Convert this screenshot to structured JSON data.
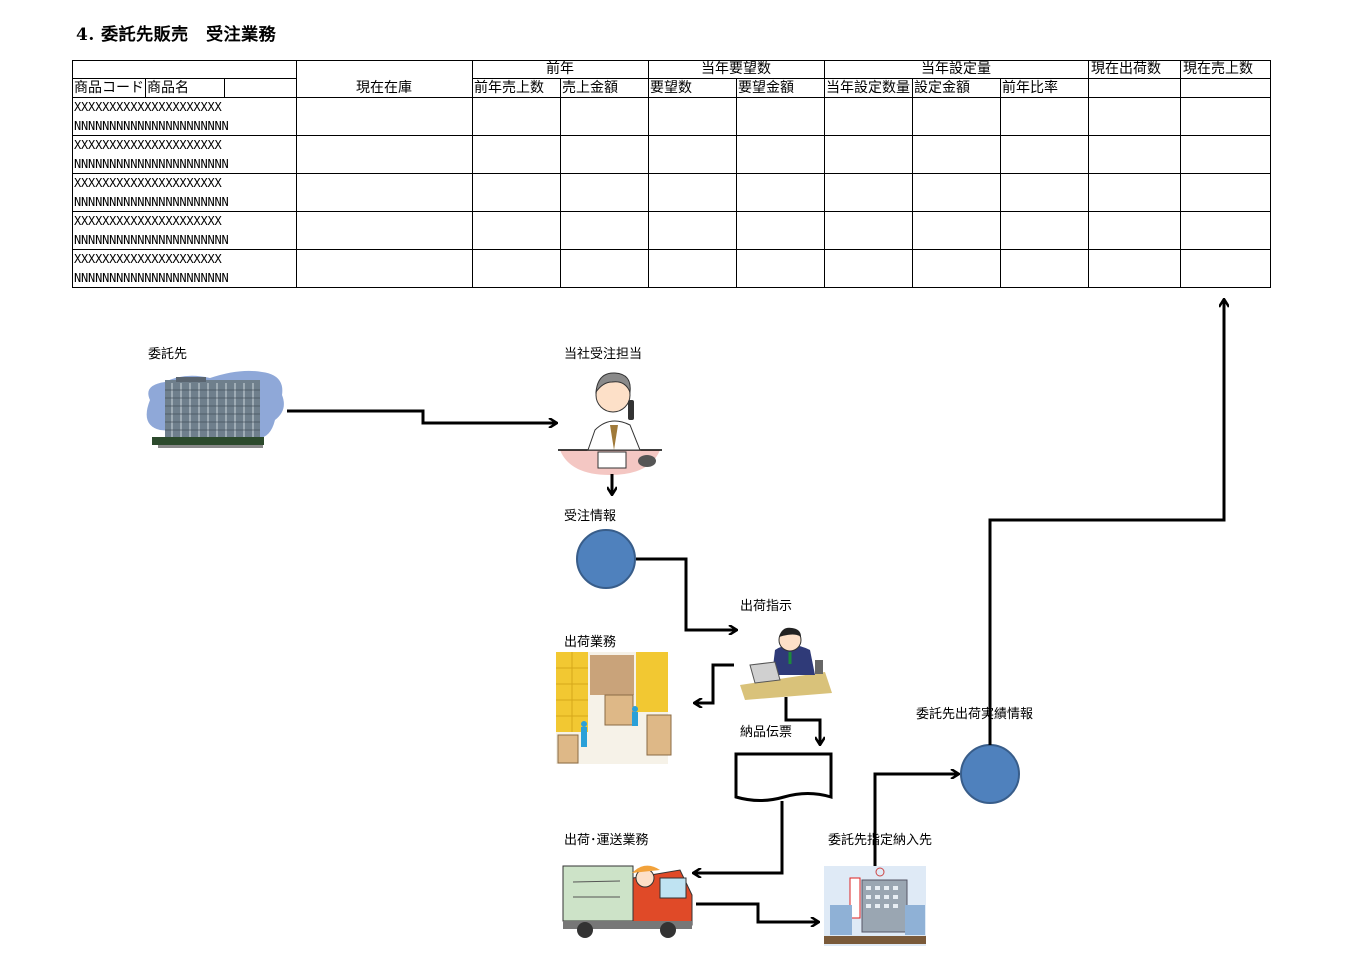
{
  "title": "4. 委託先販売　受注業務",
  "table": {
    "group_headers": [
      {
        "label": "前年"
      },
      {
        "label": "当年要望数"
      },
      {
        "label": "当年設定量"
      },
      {
        "label": "現在出荷数"
      },
      {
        "label": "現在売上数"
      }
    ],
    "sub_headers": {
      "product_code": "商品コード",
      "product_name": "商品名",
      "current_stock": "現在在庫",
      "prev_sales_qty": "前年売上数",
      "sales_amount": "売上金額",
      "request_qty": "要望数",
      "request_amount": "要望金額",
      "set_qty": "当年設定数量",
      "set_amount": "設定金額",
      "yoy_ratio": "前年比率"
    },
    "rows": [
      {
        "code": "XXXXXXXXXXXXXXXXXXXXX",
        "name": "NNNNNNNNNNNNNNNNNNNNNN"
      },
      {
        "code": "XXXXXXXXXXXXXXXXXXXXX",
        "name": "NNNNNNNNNNNNNNNNNNNNNN"
      },
      {
        "code": "XXXXXXXXXXXXXXXXXXXXX",
        "name": "NNNNNNNNNNNNNNNNNNNNNN"
      },
      {
        "code": "XXXXXXXXXXXXXXXXXXXXX",
        "name": "NNNNNNNNNNNNNNNNNNNNNN"
      },
      {
        "code": "XXXXXXXXXXXXXXXXXXXXX",
        "name": "NNNNNNNNNNNNNNNNNNNNNN"
      }
    ]
  },
  "flow": {
    "consignee": "委託先",
    "order_staff": "当社受注担当",
    "order_info": "受注情報",
    "shipping_instruction": "出荷指示",
    "shipping_work": "出荷業務",
    "delivery_slip": "納品伝票",
    "shipping_transport": "出荷･運送業務",
    "designated_destination": "委託先指定納入先",
    "shipment_results": "委託先出荷実績情報"
  },
  "colors": {
    "node_fill": "#4f81bd",
    "node_stroke": "#385d8a",
    "line": "#000000"
  }
}
